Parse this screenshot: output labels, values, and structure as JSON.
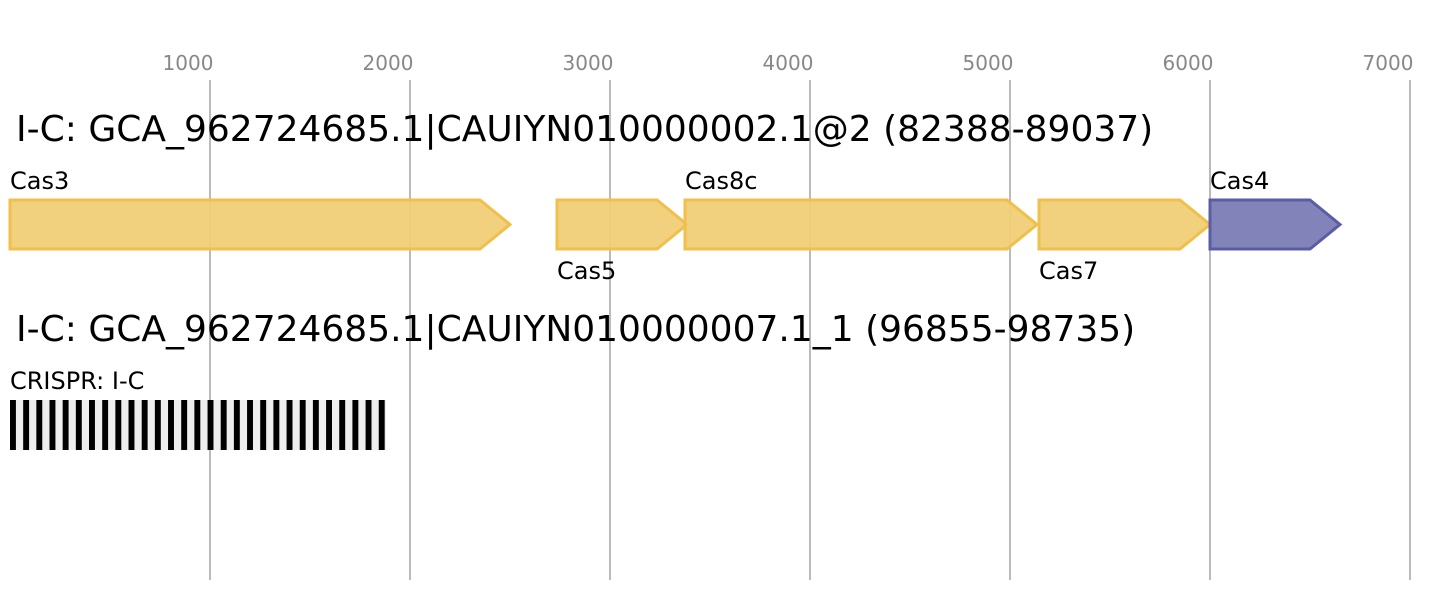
{
  "axis": {
    "ticks": [
      1000,
      2000,
      3000,
      4000,
      5000,
      6000,
      7000
    ]
  },
  "loci": [
    {
      "title": "I-C: GCA_962724685.1|CAUIYN010000002.1@2 (82388-89037)",
      "genes": [
        {
          "name": "Cas3",
          "start": 0,
          "end": 2500,
          "color": "#f0cd77",
          "stroke": "#f0bf4c",
          "label_pos": "top"
        },
        {
          "name": "Cas5",
          "start": 2735,
          "end": 3385,
          "color": "#f0cd77",
          "stroke": "#f0bf4c",
          "label_pos": "bottom"
        },
        {
          "name": "Cas8c",
          "start": 3375,
          "end": 5135,
          "color": "#f0cd77",
          "stroke": "#f0bf4c",
          "label_pos": "top"
        },
        {
          "name": "Cas7",
          "start": 5145,
          "end": 6000,
          "color": "#f0cd77",
          "stroke": "#f0bf4c",
          "label_pos": "bottom"
        },
        {
          "name": "Cas4",
          "start": 6000,
          "end": 6650,
          "color": "#7b7db5",
          "stroke": "#5a5ca8",
          "label_pos": "top"
        }
      ]
    },
    {
      "title": "I-C: GCA_962724685.1|CAUIYN010000007.1_1 (96855-98735)",
      "crispr": {
        "label": "CRISPR: I-C",
        "start": 0,
        "end": 1880,
        "repeats": 29,
        "color": "#000000",
        "spacer_color": "#eeeeee"
      }
    }
  ]
}
